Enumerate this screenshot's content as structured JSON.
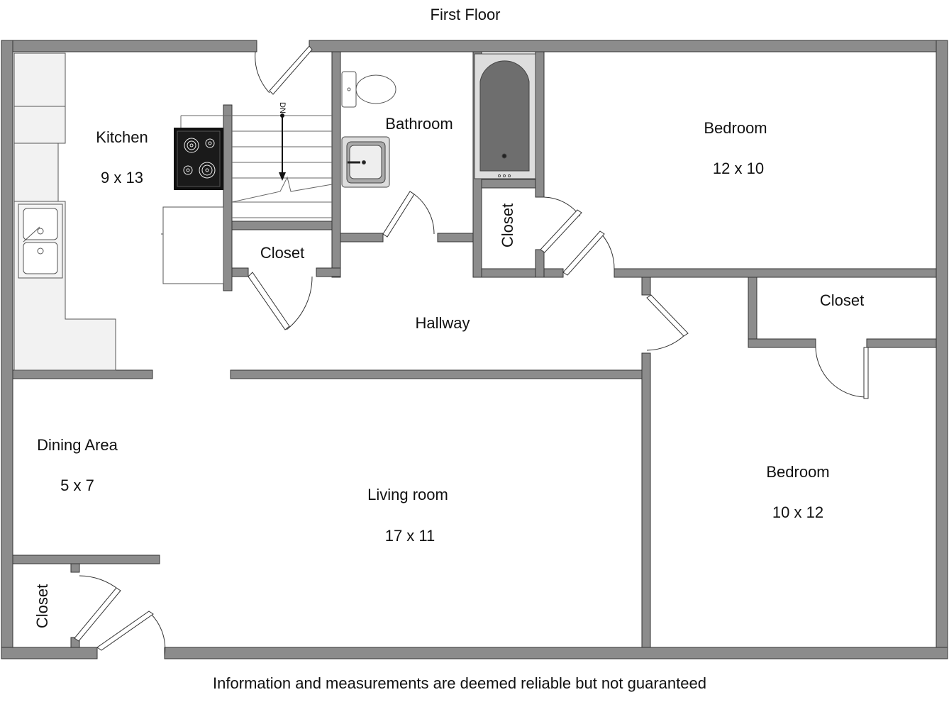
{
  "title": "First Floor",
  "footer": "Information and measurements are deemed reliable but not guaranteed",
  "stairs_label": "DN",
  "rooms": {
    "kitchen": {
      "name": "Kitchen",
      "size": "9 x 13"
    },
    "bathroom": {
      "name": "Bathroom"
    },
    "bedroom_1": {
      "name": "Bedroom",
      "size": "12 x 10"
    },
    "bedroom_2": {
      "name": "Bedroom",
      "size": "10 x 12"
    },
    "hallway": {
      "name": "Hallway"
    },
    "dining": {
      "name": "Dining Area",
      "size": "5 x 7"
    },
    "living": {
      "name": "Living room",
      "size": "17 x 11"
    },
    "closet_hall": {
      "name": "Closet"
    },
    "closet_bath": {
      "name": "Closet"
    },
    "closet_bedroom": {
      "name": "Closet"
    },
    "closet_dining": {
      "name": "Closet"
    }
  },
  "colors": {
    "wall": "#8c8c8c",
    "wall_edge": "#333333",
    "counter": "#f2f2f2",
    "tub": "#6e6e6e",
    "stove": "#111111"
  }
}
